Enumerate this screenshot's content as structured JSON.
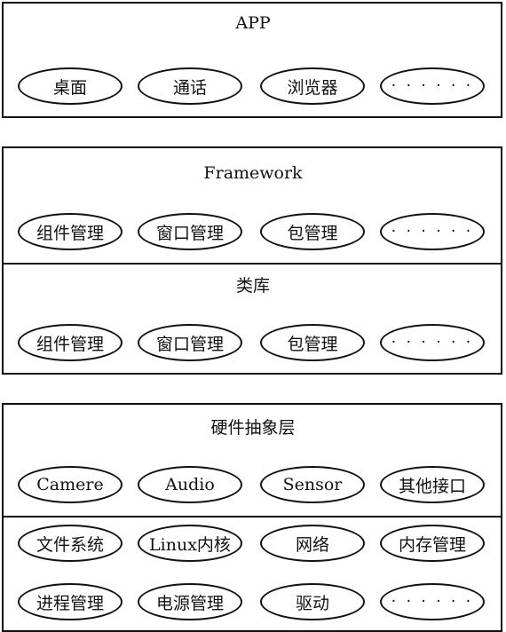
{
  "app": {
    "title": "APP",
    "items": [
      "桌面",
      "通话",
      "浏览器",
      "· · · · · ·"
    ]
  },
  "framework": {
    "title": "Framework",
    "items": [
      "组件管理",
      "窗口管理",
      "包管理",
      "· · · · · ·"
    ]
  },
  "libraries": {
    "title": "类库",
    "items": [
      "组件管理",
      "窗口管理",
      "包管理",
      "· · · · · ·"
    ]
  },
  "hal": {
    "title": "硬件抽象层",
    "items": [
      "Camere",
      "Audio",
      "Sensor",
      "其他接口"
    ]
  },
  "kernel": {
    "row1": [
      "文件系统",
      "Linux内核",
      "网络",
      "内存管理"
    ],
    "row2": [
      "进程管理",
      "电源管理",
      "驱动",
      "· · · · · ·"
    ]
  }
}
